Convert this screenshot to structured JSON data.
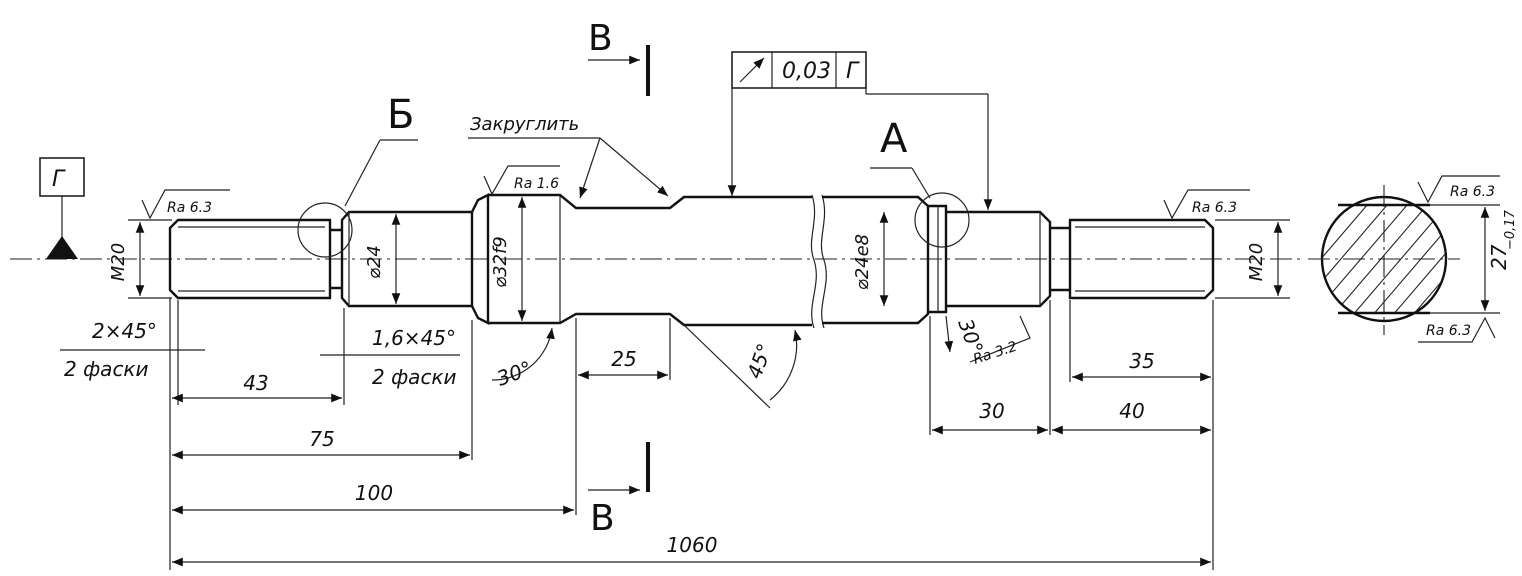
{
  "sections": {
    "cut_letter": "В",
    "detail_b": "Б",
    "detail_a": "А"
  },
  "notes": {
    "round_off": "Закруглить"
  },
  "datum": {
    "letter": "Г"
  },
  "tolerance_frame": {
    "value": "0,03",
    "datum": "Г"
  },
  "roughness": {
    "left_thread": "Ra 6.3",
    "right_thread": "Ra 6.3",
    "collar": "Ra 1.6",
    "groove_right": "Ra 3.2",
    "flat_top": "Ra 6.3",
    "flat_bottom": "Ra 6.3"
  },
  "diameters": {
    "thread_left": "M20",
    "journal_left": "⌀24",
    "collar": "⌀32f9",
    "journal_right": "⌀24e8",
    "thread_right": "M20",
    "flat_width": "27",
    "flat_tol": "−0,17"
  },
  "chamfers": {
    "left_size": "2×45°",
    "left_count": "2 фаски",
    "mid_size": "1,6×45°",
    "mid_count": "2 фаски"
  },
  "angles": {
    "collar": "30°",
    "taper": "45°",
    "right": "30°"
  },
  "dimensions": {
    "d43": "43",
    "d75": "75",
    "d100": "100",
    "d25": "25",
    "d35": "35",
    "d30": "30",
    "d40": "40",
    "d1060": "1060"
  }
}
